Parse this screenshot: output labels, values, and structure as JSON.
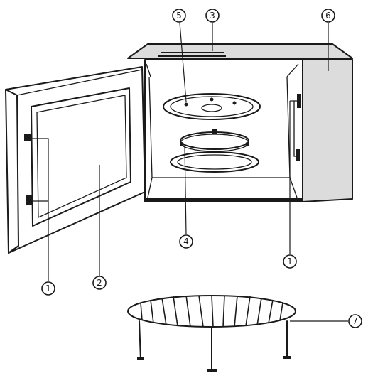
{
  "callouts": {
    "door_hinge_left": "1",
    "glass_window": "2",
    "top_vent": "3",
    "support_ring": "4",
    "glass_tray": "5",
    "control_panel": "6",
    "door_hinge_right": "1",
    "grill_rack": "7"
  }
}
